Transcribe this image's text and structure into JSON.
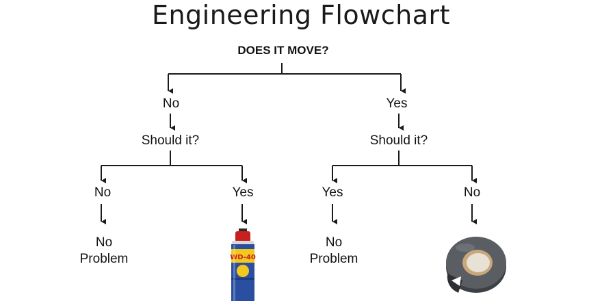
{
  "title": "Engineering Flowchart",
  "root": "DOES IT MOVE?",
  "left_branch": {
    "answer": "No",
    "question": "Should it?",
    "outcomes": [
      {
        "answer": "No",
        "result_line1": "No",
        "result_line2": "Problem"
      },
      {
        "answer": "Yes",
        "result_image": "wd-40-can-icon",
        "can_label": "WD-40"
      }
    ]
  },
  "right_branch": {
    "answer": "Yes",
    "question": "Should it?",
    "outcomes": [
      {
        "answer": "Yes",
        "result_line1": "No",
        "result_line2": "Problem"
      },
      {
        "answer": "No",
        "result_image": "duct-tape-roll-icon"
      }
    ]
  },
  "colors": {
    "line": "#1a1a1a",
    "can_blue": "#2b4fa0",
    "can_yellow": "#f2c81f",
    "can_red": "#c8201e",
    "tape_gray": "#5a5d62"
  }
}
